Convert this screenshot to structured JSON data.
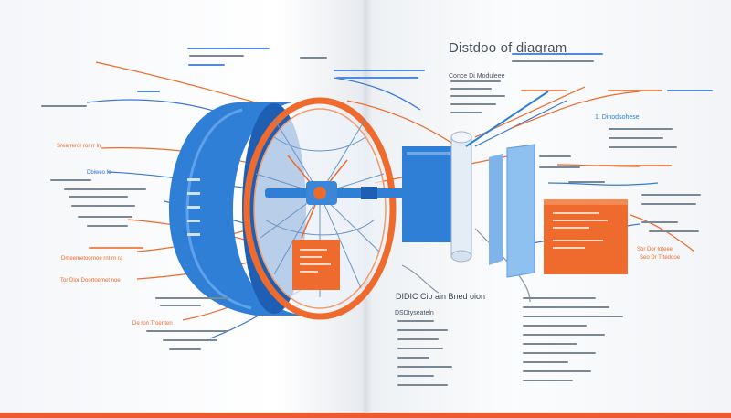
{
  "diagram": {
    "title": "Distdoo of diagram",
    "subheading_top": "Conce Di Moduleee",
    "subheading_right": "1. Dinodsohese",
    "section_heading": "DIDIC Cio ain Bned oion",
    "section_subheading": "DSDtyseateln",
    "right_label_orange_1": "Sor Dor Ioteee",
    "right_label_orange_2": "Seo Dr Trtedooe",
    "left_label_orange_1": "Srearreror ror rr ln",
    "left_label_blue_1": "Dbiweo fo",
    "left_label_orange_2": "Dmeemetoornoe rnt rn ra",
    "left_label_orange_3": "Tor Dlor Doortoemet noe",
    "left_label_orange_4": "De ron Troertten",
    "colors": {
      "accent_blue": "#2f7fd6",
      "accent_orange": "#ef6a2d",
      "text_gray": "#5d6672",
      "page": "#ffffff"
    }
  }
}
